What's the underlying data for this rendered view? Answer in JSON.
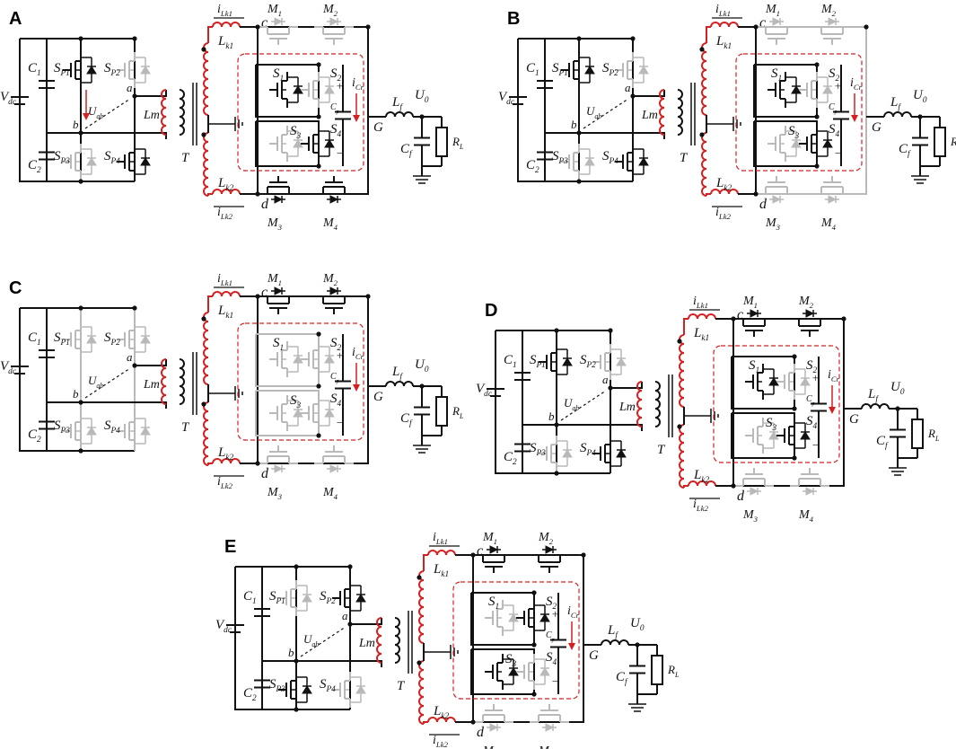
{
  "panels": [
    {
      "letter": "A",
      "ox": 0,
      "oy": 0
    },
    {
      "letter": "B",
      "ox": 555,
      "oy": 0
    },
    {
      "letter": "C",
      "ox": 0,
      "oy": 300
    },
    {
      "letter": "D",
      "ox": 530,
      "oy": 325
    },
    {
      "letter": "E",
      "ox": 240,
      "oy": 588
    }
  ],
  "labels": {
    "vdc": "V",
    "vdc_sub": "dc",
    "c1": "C",
    "c1_sub": "1",
    "c2": "C",
    "c2_sub": "2",
    "sp1": "S",
    "sp1_sub": "P1",
    "sp2": "S",
    "sp2_sub": "P2",
    "sp3": "S",
    "sp3_sub": "P3",
    "sp4": "S",
    "sp4_sub": "P4",
    "a": "a",
    "b": "b",
    "uab": "U",
    "uab_sub": "ab",
    "lm": "Lm",
    "t": "T",
    "ilk1": "i",
    "ilk1_sub": "Lk1",
    "ilk2": "i",
    "ilk2_sub": "Lk2",
    "lk1": "L",
    "lk1_sub": "k1",
    "lk2": "L",
    "lk2_sub": "k2",
    "c": "c",
    "d": "d",
    "m1": "M",
    "m1_sub": "1",
    "m2": "M",
    "m2_sub": "2",
    "m3": "M",
    "m3_sub": "3",
    "m4": "M",
    "m4_sub": "4",
    "s1": "S",
    "s1_sub": "1",
    "s2": "S",
    "s2_sub": "2",
    "s3": "S",
    "s3_sub": "3",
    "s4": "S",
    "s4_sub": "4",
    "ic": "i",
    "ic_sub": "Cr",
    "cp": "C",
    "cp_sub": "p",
    "plus": "+",
    "minus": "−",
    "g": "G",
    "lf": "L",
    "lf_sub": "f",
    "u0": "U",
    "u0_sub": "0",
    "cf": "C",
    "cf_sub": "f",
    "rl": "R",
    "rl_sub": "L"
  },
  "active": {
    "A": {
      "sp1": true,
      "sp2": false,
      "sp3": false,
      "sp4": true,
      "m1": false,
      "m2": false,
      "m3": true,
      "m4": true,
      "s1": true,
      "s2": false,
      "s3": false,
      "s4": true
    },
    "B": {
      "sp1": true,
      "sp2": false,
      "sp3": false,
      "sp4": true,
      "m1": false,
      "m2": false,
      "m3": false,
      "m4": false,
      "s1": true,
      "s2": false,
      "s3": false,
      "s4": true
    },
    "C": {
      "sp1": false,
      "sp2": false,
      "sp3": false,
      "sp4": false,
      "m1": true,
      "m2": true,
      "m3": false,
      "m4": false,
      "s1": false,
      "s2": false,
      "s3": false,
      "s4": false
    },
    "D": {
      "sp1": true,
      "sp2": false,
      "sp3": false,
      "sp4": true,
      "m1": true,
      "m2": true,
      "m3": false,
      "m4": false,
      "s1": true,
      "s2": false,
      "s3": false,
      "s4": true
    },
    "E": {
      "sp1": false,
      "sp2": true,
      "sp3": true,
      "sp4": false,
      "m1": true,
      "m2": true,
      "m3": false,
      "m4": false,
      "s1": false,
      "s2": true,
      "s3": true,
      "s4": false
    }
  },
  "colors": {
    "active": "#111111",
    "inactive": "#b9b9b9",
    "highlight": "#d62020"
  }
}
